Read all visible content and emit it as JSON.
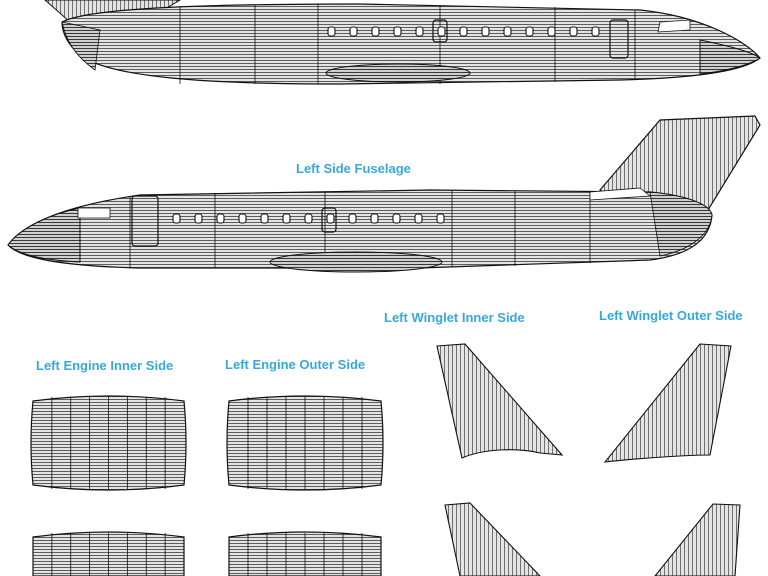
{
  "labels": {
    "fuselage_left": "Left Side Fuselage",
    "winglet_inner": "Left Winglet Inner Side",
    "winglet_outer": "Left Winglet Outer Side",
    "engine_inner": "Left Engine Inner Side",
    "engine_outer": "Left Engine Outer Side"
  },
  "colors": {
    "label": "#35a9dc",
    "line": "#1a1a1a",
    "fill": "#e2e2e2"
  },
  "counts": {
    "windows_per_side": 13
  }
}
